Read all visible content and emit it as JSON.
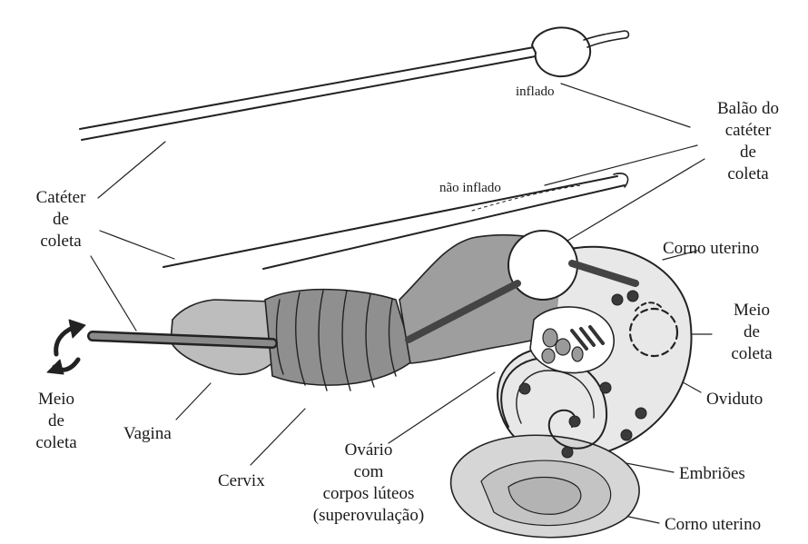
{
  "labels": {
    "inflado": "inflado",
    "nao_inflado": "não inflado",
    "balao": [
      "Balão do",
      "catéter",
      "de",
      "coleta"
    ],
    "cateter": [
      "Catéter",
      "de",
      "coleta"
    ],
    "corno_uterino_top": "Corno uterino",
    "meio_right": [
      "Meio",
      "de",
      "coleta"
    ],
    "oviduto": "Oviduto",
    "embrioes": "Embriões",
    "corno_uterino_bottom": "Corno uterino",
    "meio_left": [
      "Meio",
      "de",
      "coleta"
    ],
    "vagina": "Vagina",
    "cervix": "Cervix",
    "ovario": [
      "Ovário",
      "com",
      "corpos lúteos",
      "(superovulação)"
    ]
  }
}
